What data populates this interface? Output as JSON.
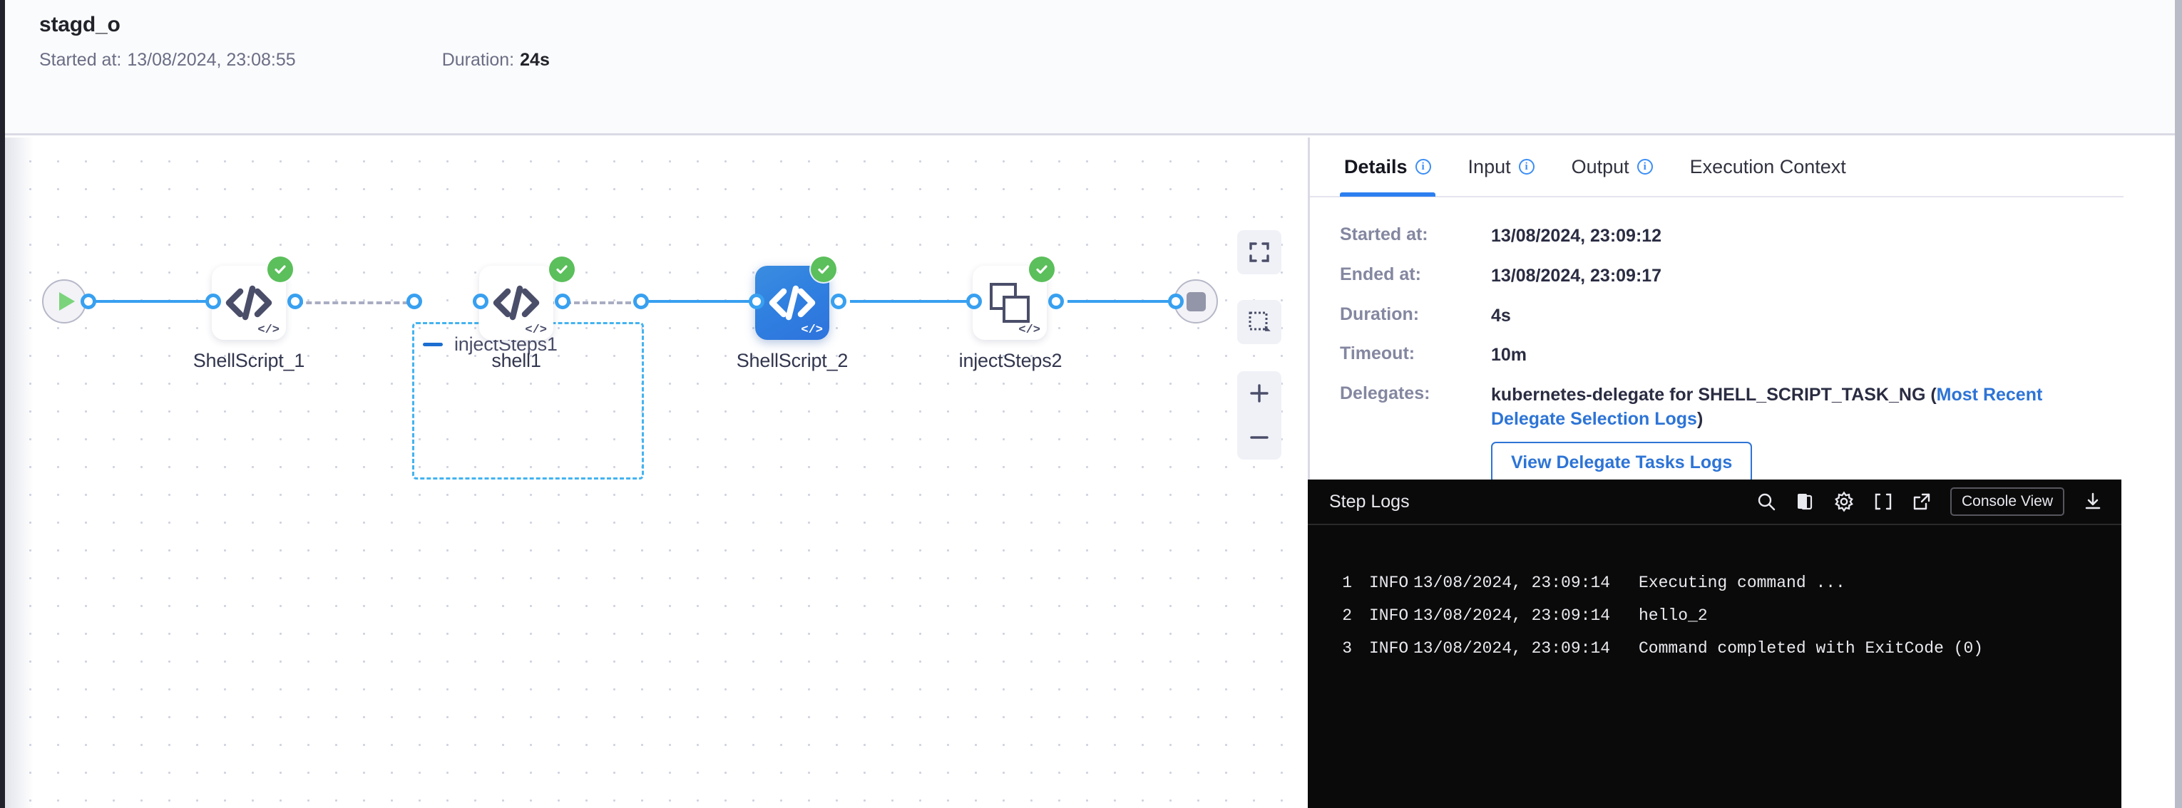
{
  "header": {
    "title": "stagd_o",
    "started_label": "Started at:",
    "started_value": "13/08/2024, 23:08:55",
    "duration_label": "Duration:",
    "duration_value": "24s"
  },
  "canvas": {
    "group": {
      "label": "injectSteps1",
      "collapse_icon": "minus-icon"
    },
    "start_node": {
      "icon": "play-icon",
      "name": "start"
    },
    "end_node": {
      "icon": "stop-icon",
      "name": "end"
    },
    "nodes": [
      {
        "label": "ShellScript_1",
        "icon": "code-icon",
        "type": "shell-script",
        "status": "success",
        "selected": false
      },
      {
        "label": "shell1",
        "icon": "code-icon",
        "type": "shell-script",
        "status": "success",
        "selected": false
      },
      {
        "label": "ShellScript_2",
        "icon": "code-icon",
        "type": "shell-script",
        "status": "success",
        "selected": true
      },
      {
        "label": "injectSteps2",
        "icon": "group-squares-icon",
        "type": "step-group",
        "status": "success",
        "selected": false
      }
    ],
    "controls": [
      {
        "name": "fit-to-screen-button",
        "icon": "fit-screen-icon"
      },
      {
        "name": "selection-box-button",
        "icon": "dashed-square-icon"
      },
      {
        "name": "zoom-in-button",
        "icon": "plus-icon"
      },
      {
        "name": "zoom-out-button",
        "icon": "minus-icon"
      }
    ],
    "colors": {
      "edge": "#38a0f0",
      "group_border": "#43b3f0",
      "selected_node": "#2f7fe0",
      "status_success": "#5bbf5b"
    }
  },
  "panel": {
    "tabs": [
      {
        "label": "Details",
        "info": true,
        "active": true
      },
      {
        "label": "Input",
        "info": true,
        "active": false
      },
      {
        "label": "Output",
        "info": true,
        "active": false
      },
      {
        "label": "Execution Context",
        "info": false,
        "active": false
      }
    ],
    "details": [
      {
        "label": "Started at:",
        "value": "13/08/2024, 23:09:12"
      },
      {
        "label": "Ended at:",
        "value": "13/08/2024, 23:09:17"
      },
      {
        "label": "Duration:",
        "value": "4s"
      },
      {
        "label": "Timeout:",
        "value": "10m"
      }
    ],
    "delegates": {
      "label": "Delegates:",
      "text_prefix": "kubernetes-delegate for SHELL_SCRIPT_TASK_NG (",
      "link": "Most Recent Delegate Selection Logs",
      "text_suffix": ")",
      "button": "View Delegate Tasks Logs"
    }
  },
  "logs": {
    "title": "Step Logs",
    "actions": [
      {
        "name": "search-icon"
      },
      {
        "name": "copy-icon"
      },
      {
        "name": "gear-icon"
      },
      {
        "name": "fullscreen-icon"
      },
      {
        "name": "external-link-icon"
      }
    ],
    "console_view_label": "Console View",
    "download_icon": "download-icon",
    "lines": [
      {
        "num": "1",
        "level": "INFO",
        "time": "13/08/2024, 23:09:14",
        "message": "Executing command ..."
      },
      {
        "num": "2",
        "level": "INFO",
        "time": "13/08/2024, 23:09:14",
        "message": "hello_2"
      },
      {
        "num": "3",
        "level": "INFO",
        "time": "13/08/2024, 23:09:14",
        "message": "Command completed with ExitCode (0)"
      }
    ]
  }
}
